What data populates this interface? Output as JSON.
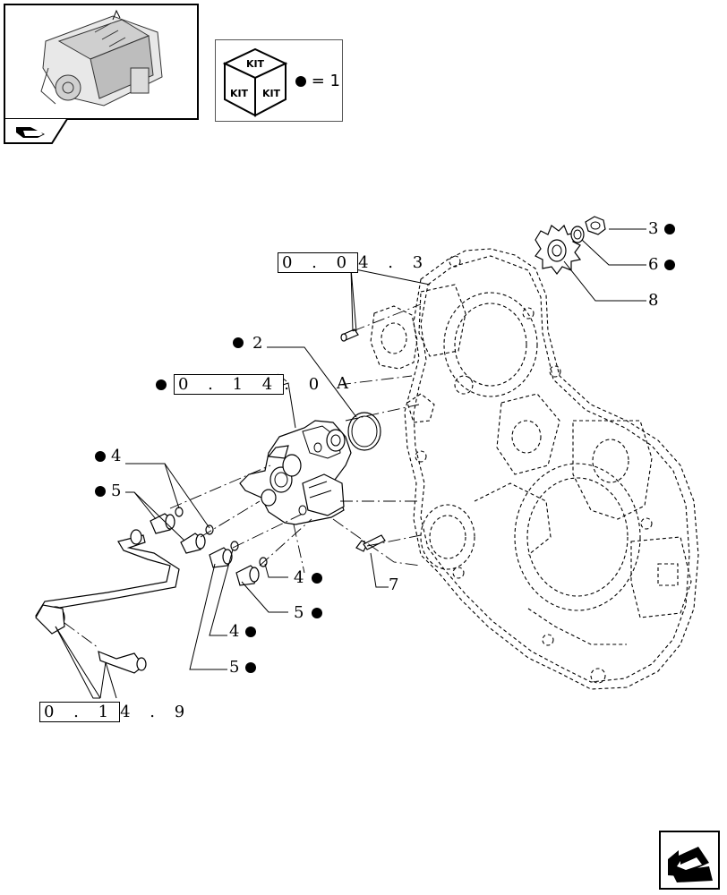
{
  "kit_legend": {
    "icon_labels": [
      "KIT",
      "KIT",
      "KIT"
    ],
    "equals": "= 1"
  },
  "references": {
    "ref_043": {
      "boxed": "0 . 0",
      "rest": "4 . 3"
    },
    "ref_140": {
      "boxed": "0 . 1 4",
      "rest": ". 0"
    },
    "ref_149": {
      "boxed": "0 . 1",
      "rest": "4 . 9"
    }
  },
  "labels": {
    "p2": "2",
    "pA": "A",
    "p3": "3",
    "p6": "6",
    "p8": "8",
    "p4a": "4",
    "p5a": "5",
    "p4b": "4",
    "p5b": "5",
    "p4c": "4",
    "p5c": "5",
    "p7": "7"
  },
  "icons": [
    "engine-thumbnail-icon",
    "kit-box-icon",
    "navigation-arrow-icon",
    "previous-page-icon"
  ]
}
